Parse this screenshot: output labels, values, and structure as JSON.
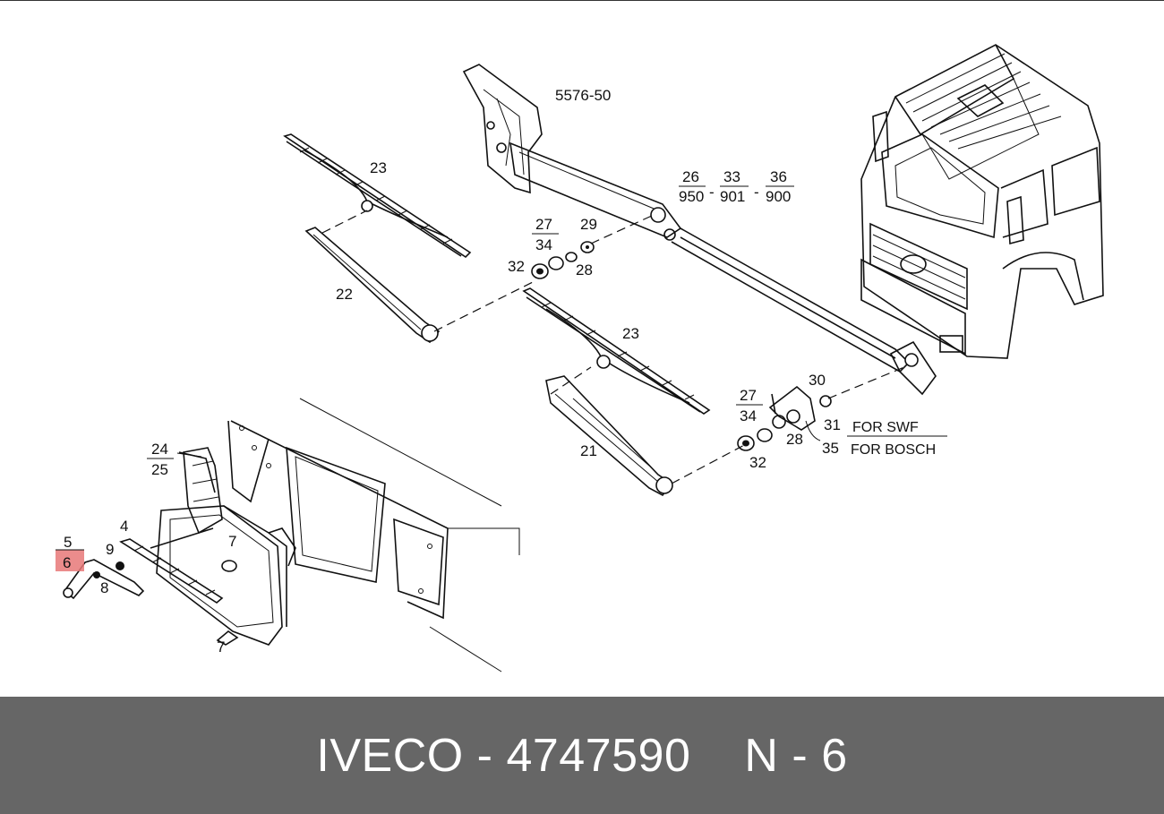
{
  "diagram": {
    "labels": {
      "code_5576_50": "5576-50",
      "l23_top": "23",
      "l22": "22",
      "l26": "26",
      "l950": "950",
      "l33": "33",
      "l901": "901",
      "l36": "36",
      "l900": "900",
      "dash1": "-",
      "dash2": "-",
      "l27_top": "27",
      "l34_top": "34",
      "l29": "29",
      "l32_top": "32",
      "l28_top": "28",
      "l23_mid": "23",
      "l21": "21",
      "l27_mid": "27",
      "l34_mid": "34",
      "l30": "30",
      "l31": "31",
      "for_swf": "FOR SWF",
      "l35": "35",
      "for_bosch": "FOR BOSCH",
      "l28_mid": "28",
      "l32_mid": "32",
      "l24": "24",
      "l25": "25",
      "l4": "4",
      "l5": "5",
      "l6": "6",
      "l9": "9",
      "l8": "8",
      "l7_top": "7",
      "l7_bottom": "7"
    },
    "highlight_color": "#e87878"
  },
  "footer": {
    "brand": "IVECO",
    "sep1": "-",
    "part_number": "4747590",
    "page_letter": "N",
    "sep2": "-",
    "page_number": "6"
  }
}
